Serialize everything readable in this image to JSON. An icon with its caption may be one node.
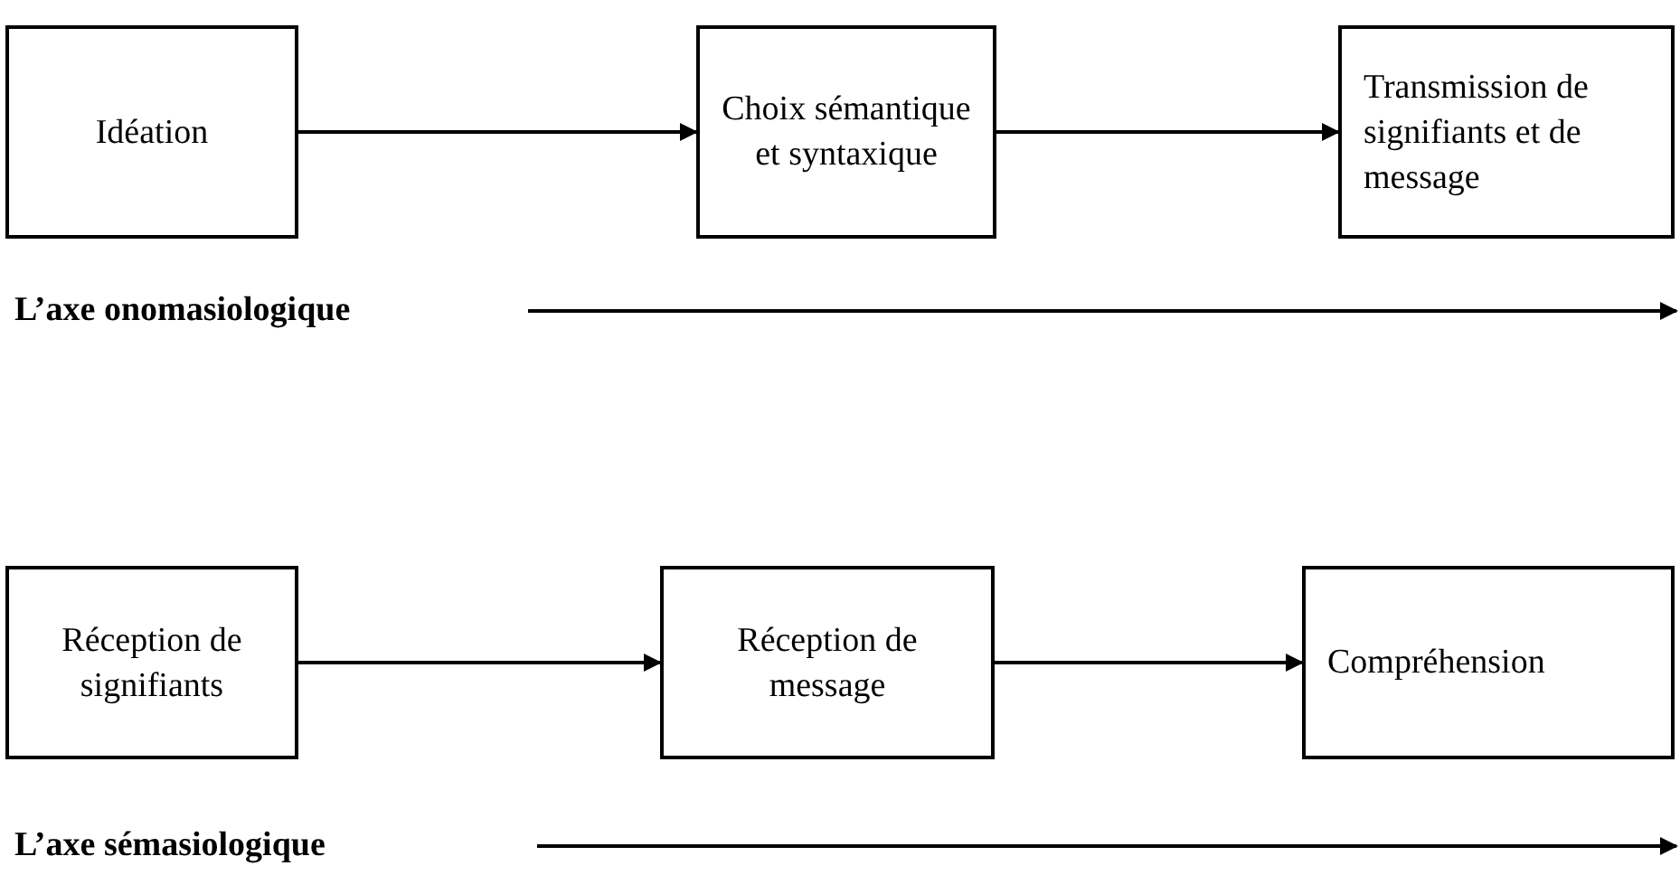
{
  "diagram": {
    "nodes": [
      {
        "text": [
          "Idéation"
        ]
      },
      {
        "text": [
          "Choix sémantique et syntaxique"
        ]
      },
      {
        "text": [
          "Transmission de signifiants et de message"
        ]
      },
      {
        "text": [
          "Réception de signifiants"
        ]
      },
      {
        "text": [
          "Réception de message"
        ]
      },
      {
        "text": [
          "Compréhension"
        ]
      }
    ],
    "edges": [
      {
        "from": 0,
        "to": 1,
        "arrow": "to"
      },
      {
        "from": 1,
        "to": 2,
        "arrow": "to"
      },
      {
        "from": 3,
        "to": 4,
        "arrow": "to"
      },
      {
        "from": 4,
        "to": 5,
        "arrow": "to"
      }
    ],
    "labels": [
      "L’axe onomasiologique",
      "L’axe sémasiologique"
    ]
  }
}
